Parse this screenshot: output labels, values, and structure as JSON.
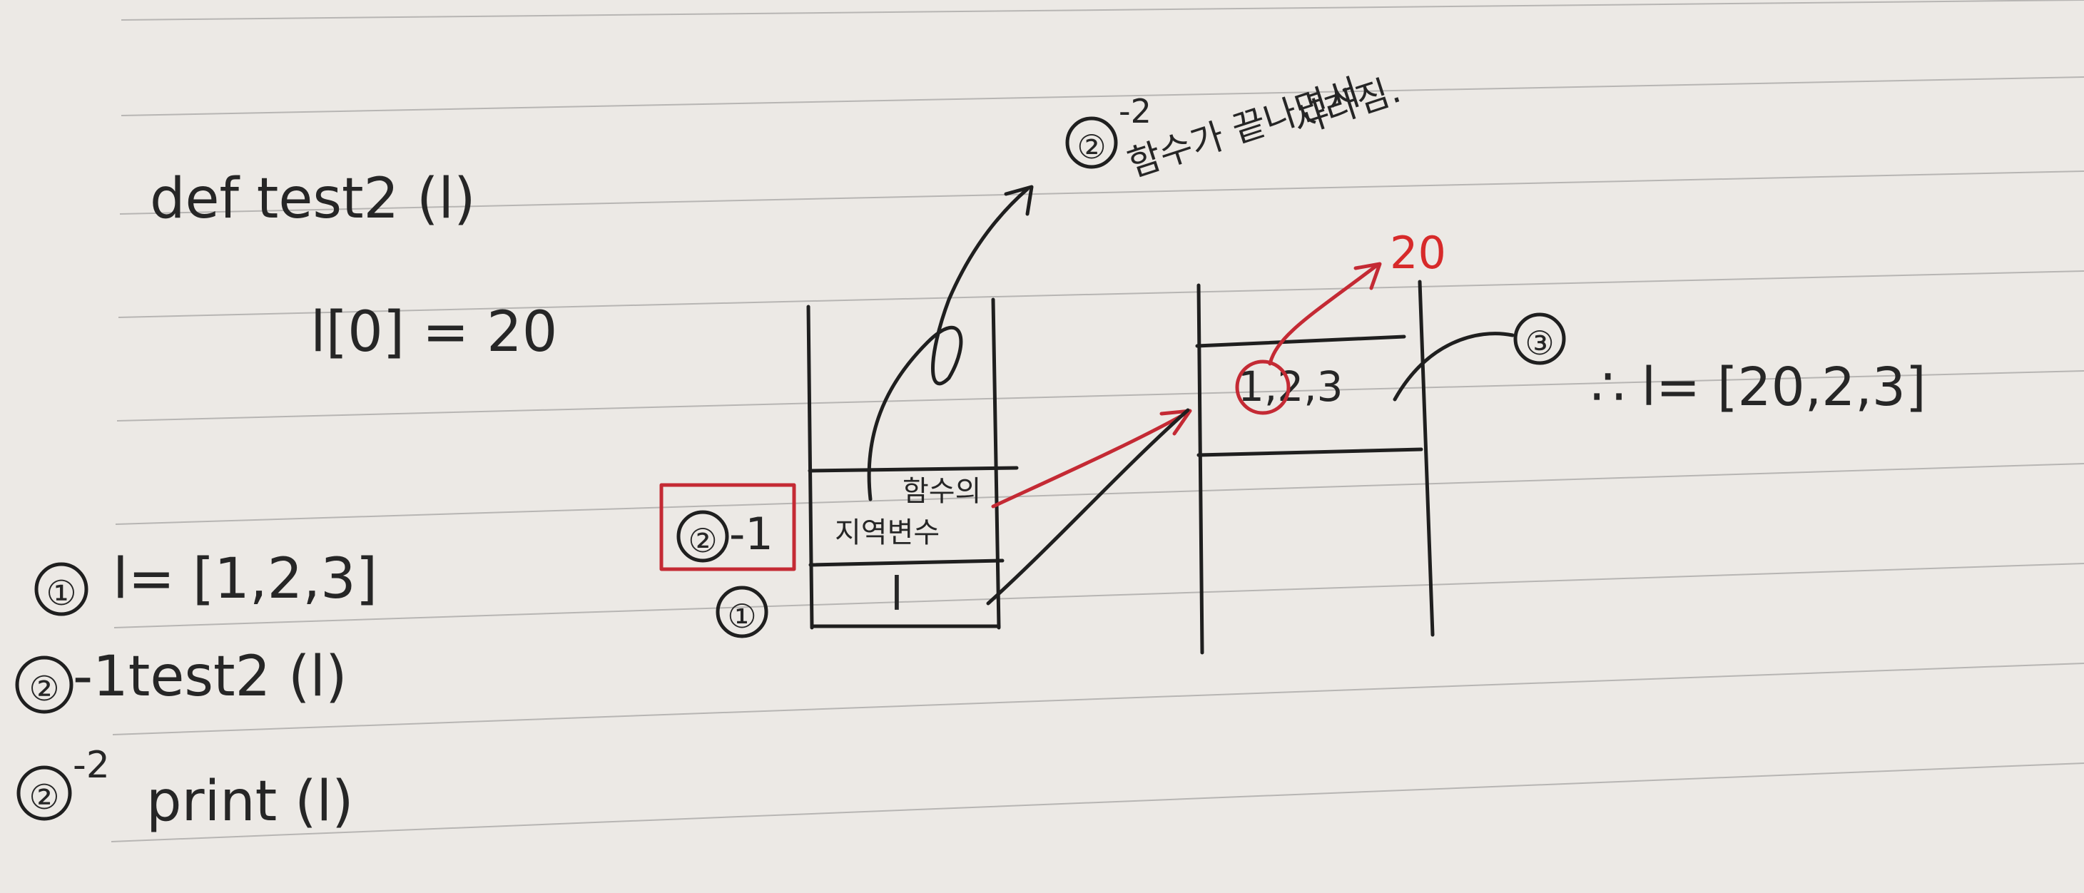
{
  "code": {
    "def_line": "def  test2 (l)",
    "body_line": "l[0] = 20"
  },
  "steps": {
    "step1_marker": "①",
    "step1_text": "l= [1,2,3]",
    "step2_1_marker": "②",
    "step2_1_text": "-1test2 (l)",
    "step2_2_marker": "②",
    "step2_2_text": "-2",
    "step2_2_code": "print (l)"
  },
  "stack": {
    "frame_label_marker": "②",
    "frame_label_text": "-1",
    "frame_note_line1": "함수의",
    "frame_note_line2": "지역변수",
    "frame_var": "l",
    "frame_var_marker": "①"
  },
  "heap": {
    "list_values": "1,2,3",
    "changed_value": "20",
    "ref_marker": "③"
  },
  "annotation": {
    "marker": "②",
    "marker_suffix": "-2",
    "line1": "함수가 끝나면서",
    "line2": "사라짐."
  },
  "result": {
    "text": "∴ l= [20,2,3]"
  },
  "colors": {
    "ink": "#1f1f1f",
    "red": "#c42a34",
    "paper": "#ece9e5"
  }
}
